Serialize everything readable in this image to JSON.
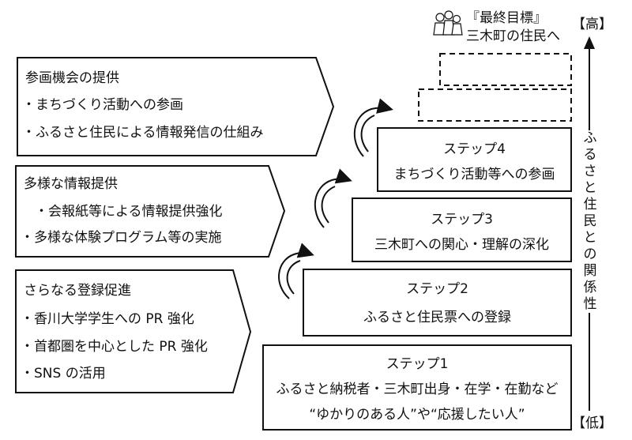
{
  "goal": {
    "title": "『最終目標』",
    "subtitle": "三木町の住民へ"
  },
  "axis": {
    "high": "【高】",
    "low": "【低】",
    "label": "ふるさと住民との関係性"
  },
  "steps": [
    {
      "title": "ステップ1",
      "lines": [
        "ふるさと納税者・三木町出身・在学・在勤など",
        "“ゆかりのある人”や“応援したい人”"
      ]
    },
    {
      "title": "ステップ2",
      "lines": [
        "ふるさと住民票への登録"
      ]
    },
    {
      "title": "ステップ3",
      "lines": [
        "三木町への関心・理解の深化"
      ]
    },
    {
      "title": "ステップ4",
      "lines": [
        "まちづくり活動等への参画"
      ]
    }
  ],
  "measures": [
    {
      "heading": "参画機会の提供",
      "items": [
        "・まちづくり活動への参画",
        "・ふるさと住民による情報発信の仕組み"
      ]
    },
    {
      "heading": "多様な情報提供",
      "items": [
        "・会報紙等による情報提供強化",
        "・多様な体験プログラム等の実施"
      ]
    },
    {
      "heading": "さらなる登録促進",
      "items": [
        "・香川大学学生への PR 強化",
        "・首都圏を中心とした PR 強化",
        "・SNS の活用"
      ]
    }
  ],
  "icons": {
    "goal": "person-group-icon",
    "arrow": "curved-arrow-icon"
  }
}
